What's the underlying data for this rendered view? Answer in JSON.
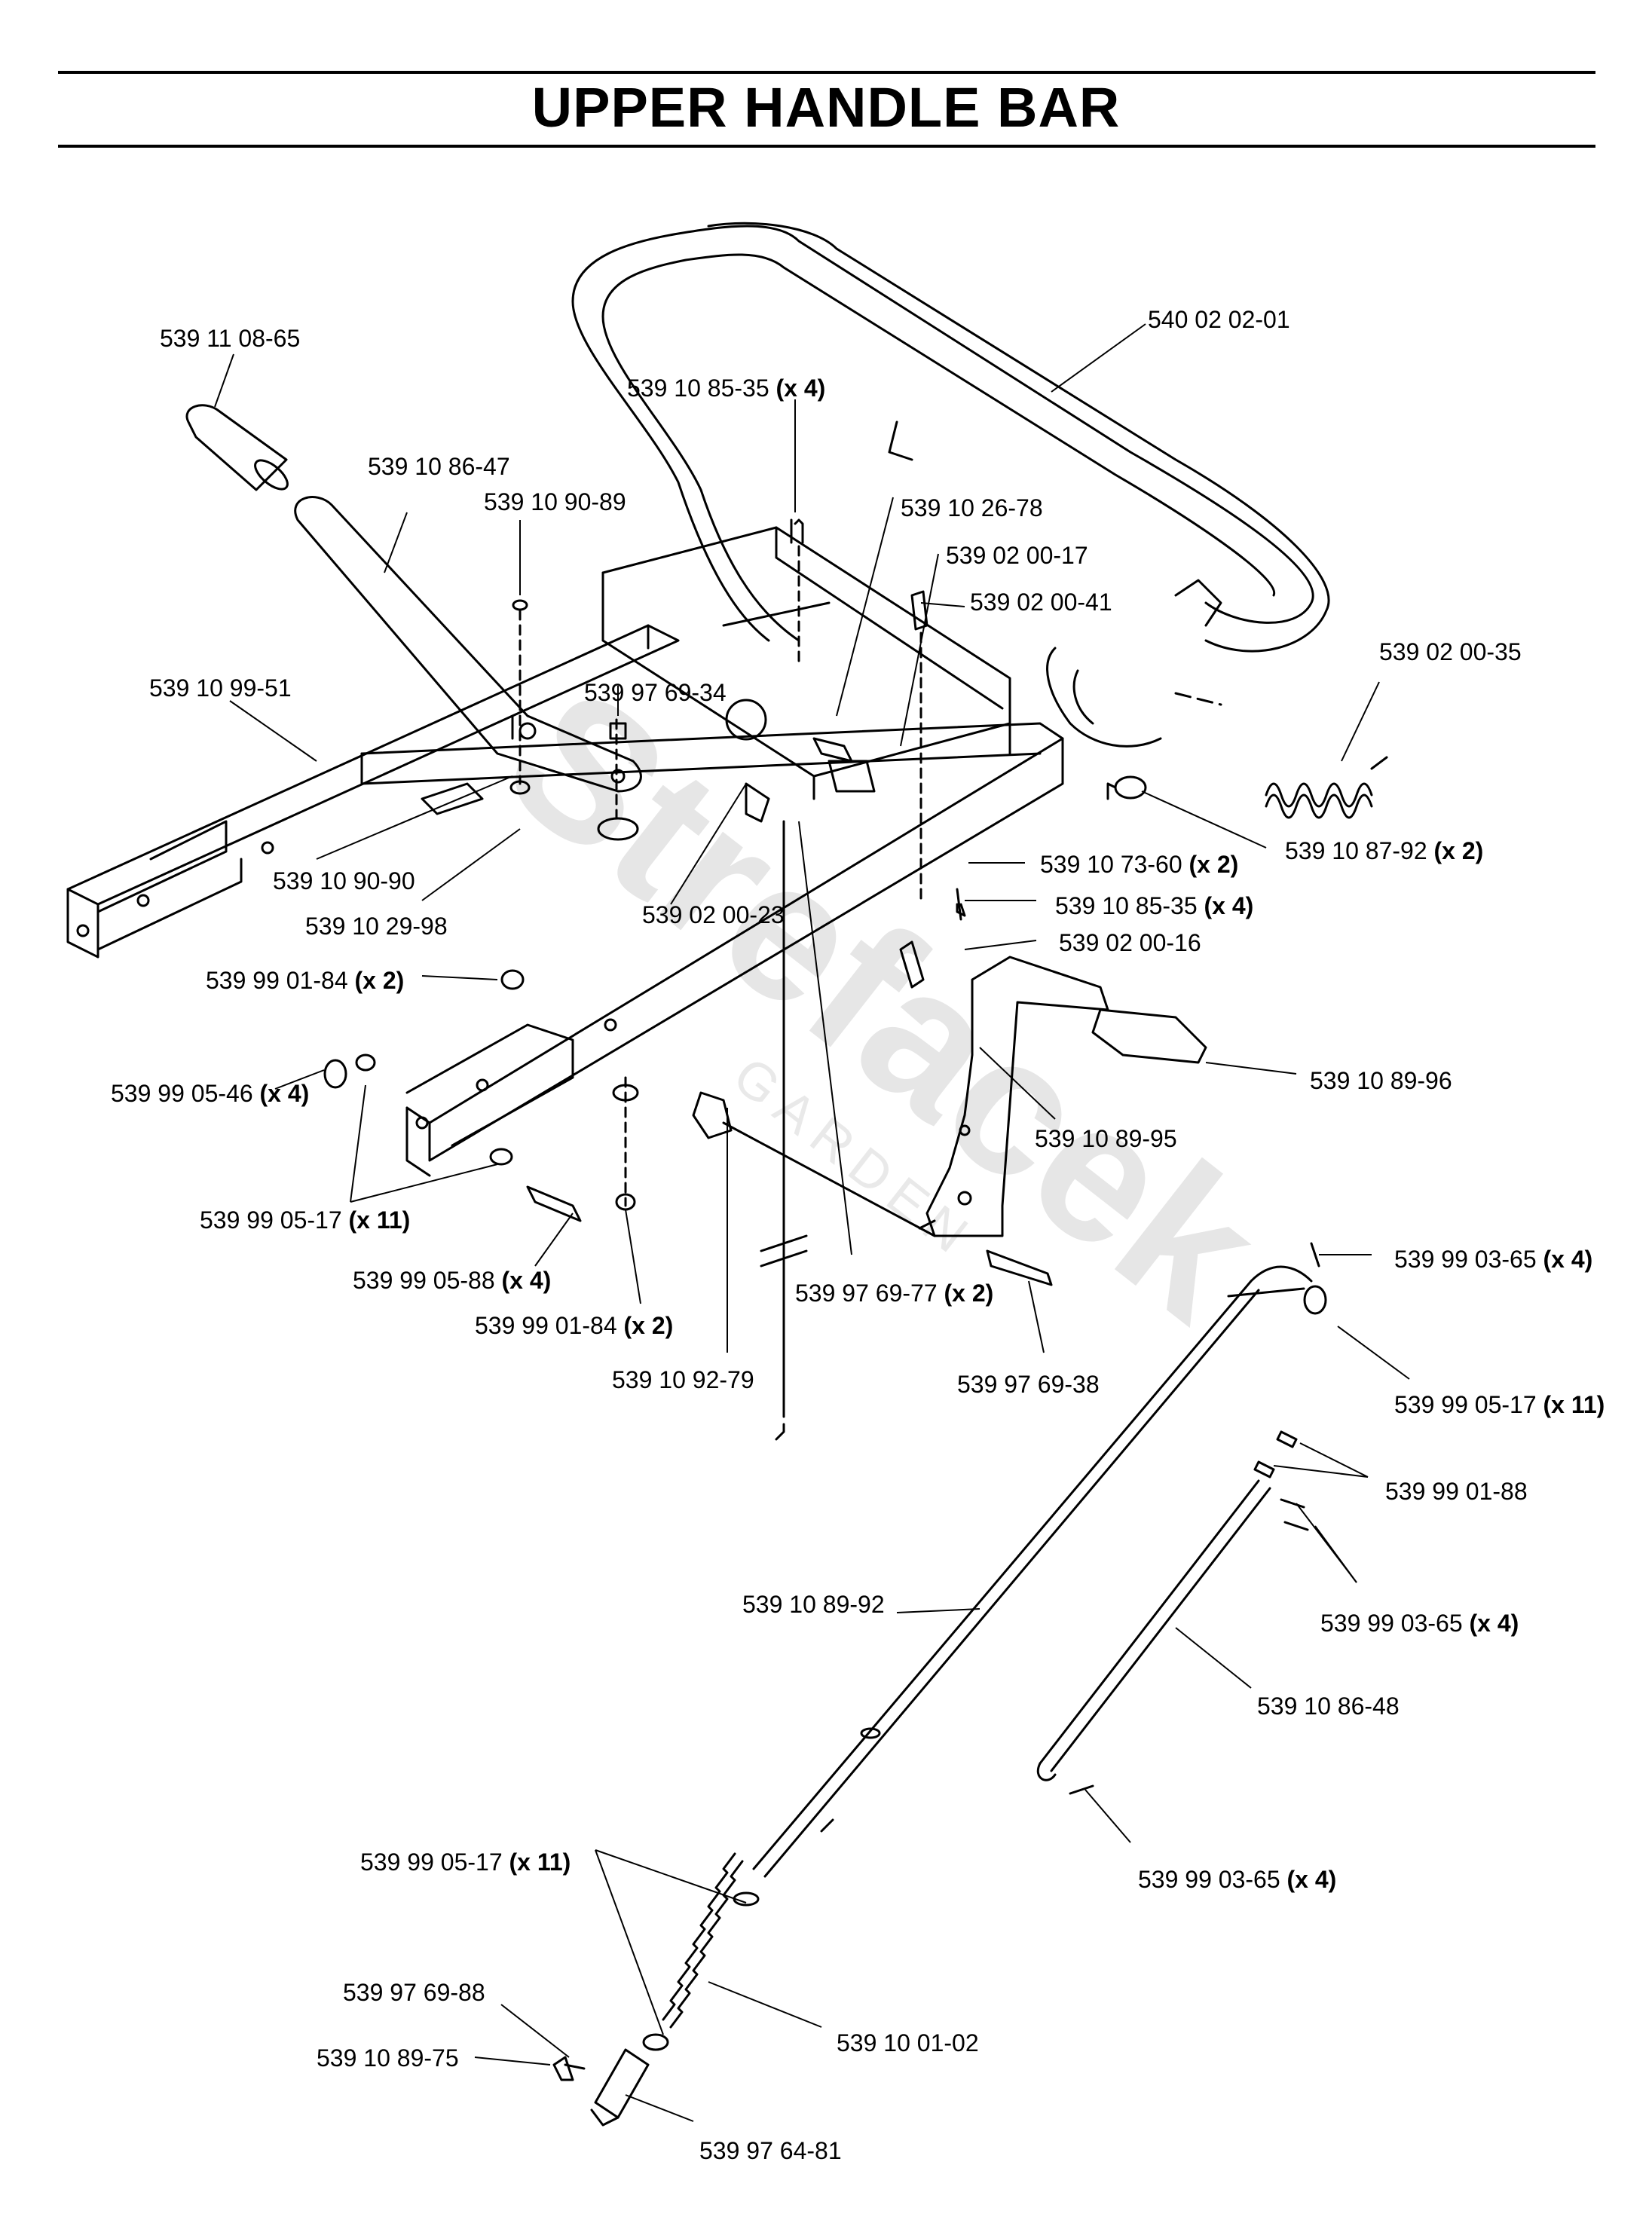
{
  "title": "UPPER HANDLE BAR",
  "watermark": {
    "brand": "Strefacek",
    "sub": "GARDEN"
  },
  "callouts": [
    {
      "id": "c1",
      "part": "539 11 08-65",
      "qty": ""
    },
    {
      "id": "c2",
      "part": "540 02 02-01",
      "qty": ""
    },
    {
      "id": "c3",
      "part": "539 10 85-35",
      "qty": "(x 4)"
    },
    {
      "id": "c4",
      "part": "539 10 86-47",
      "qty": ""
    },
    {
      "id": "c5",
      "part": "539 10 90-89",
      "qty": ""
    },
    {
      "id": "c6",
      "part": "539 10 26-78",
      "qty": ""
    },
    {
      "id": "c7",
      "part": "539 02 00-17",
      "qty": ""
    },
    {
      "id": "c8",
      "part": "539 02 00-41",
      "qty": ""
    },
    {
      "id": "c9",
      "part": "539 02 00-35",
      "qty": ""
    },
    {
      "id": "c10",
      "part": "539 10 99-51",
      "qty": ""
    },
    {
      "id": "c11",
      "part": "539 97 69-34",
      "qty": ""
    },
    {
      "id": "c12",
      "part": "539 10 87-92",
      "qty": "(x 2)"
    },
    {
      "id": "c13",
      "part": "539 10 90-90",
      "qty": ""
    },
    {
      "id": "c14",
      "part": "539 10 73-60",
      "qty": "(x 2)"
    },
    {
      "id": "c15",
      "part": "539 02 00-23",
      "qty": ""
    },
    {
      "id": "c16",
      "part": "539 10 85-35",
      "qty": "(x 4)"
    },
    {
      "id": "c17",
      "part": "539 10 29-98",
      "qty": ""
    },
    {
      "id": "c18",
      "part": "539 02 00-16",
      "qty": ""
    },
    {
      "id": "c19",
      "part": "539 99 01-84",
      "qty": "(x 2)"
    },
    {
      "id": "c20",
      "part": "539 99 05-46",
      "qty": "(x 4)"
    },
    {
      "id": "c21",
      "part": "539 10 89-96",
      "qty": ""
    },
    {
      "id": "c22",
      "part": "539 10 89-95",
      "qty": ""
    },
    {
      "id": "c23",
      "part": "539 99 05-17",
      "qty": "(x 11)"
    },
    {
      "id": "c24",
      "part": "539 99 05-88",
      "qty": "(x 4)"
    },
    {
      "id": "c25",
      "part": "539 99 03-65",
      "qty": "(x 4)"
    },
    {
      "id": "c26",
      "part": "539 97 69-77",
      "qty": "(x 2)"
    },
    {
      "id": "c27",
      "part": "539 99 01-84",
      "qty": "(x 2)"
    },
    {
      "id": "c28",
      "part": "539 10 92-79",
      "qty": ""
    },
    {
      "id": "c29",
      "part": "539 97 69-38",
      "qty": ""
    },
    {
      "id": "c30",
      "part": "539 99 05-17",
      "qty": "(x 11)"
    },
    {
      "id": "c31",
      "part": "539 99 01-88",
      "qty": ""
    },
    {
      "id": "c32",
      "part": "539 10 89-92",
      "qty": ""
    },
    {
      "id": "c33",
      "part": "539 99 03-65",
      "qty": "(x 4)"
    },
    {
      "id": "c34",
      "part": "539 10 86-48",
      "qty": ""
    },
    {
      "id": "c35",
      "part": "539 99 05-17",
      "qty": "(x 11)"
    },
    {
      "id": "c36",
      "part": "539 99 03-65",
      "qty": "(x 4)"
    },
    {
      "id": "c37",
      "part": "539 97 69-88",
      "qty": ""
    },
    {
      "id": "c38",
      "part": "539 10 01-02",
      "qty": ""
    },
    {
      "id": "c39",
      "part": "539 10 89-75",
      "qty": ""
    },
    {
      "id": "c40",
      "part": "539 97 64-81",
      "qty": ""
    }
  ]
}
